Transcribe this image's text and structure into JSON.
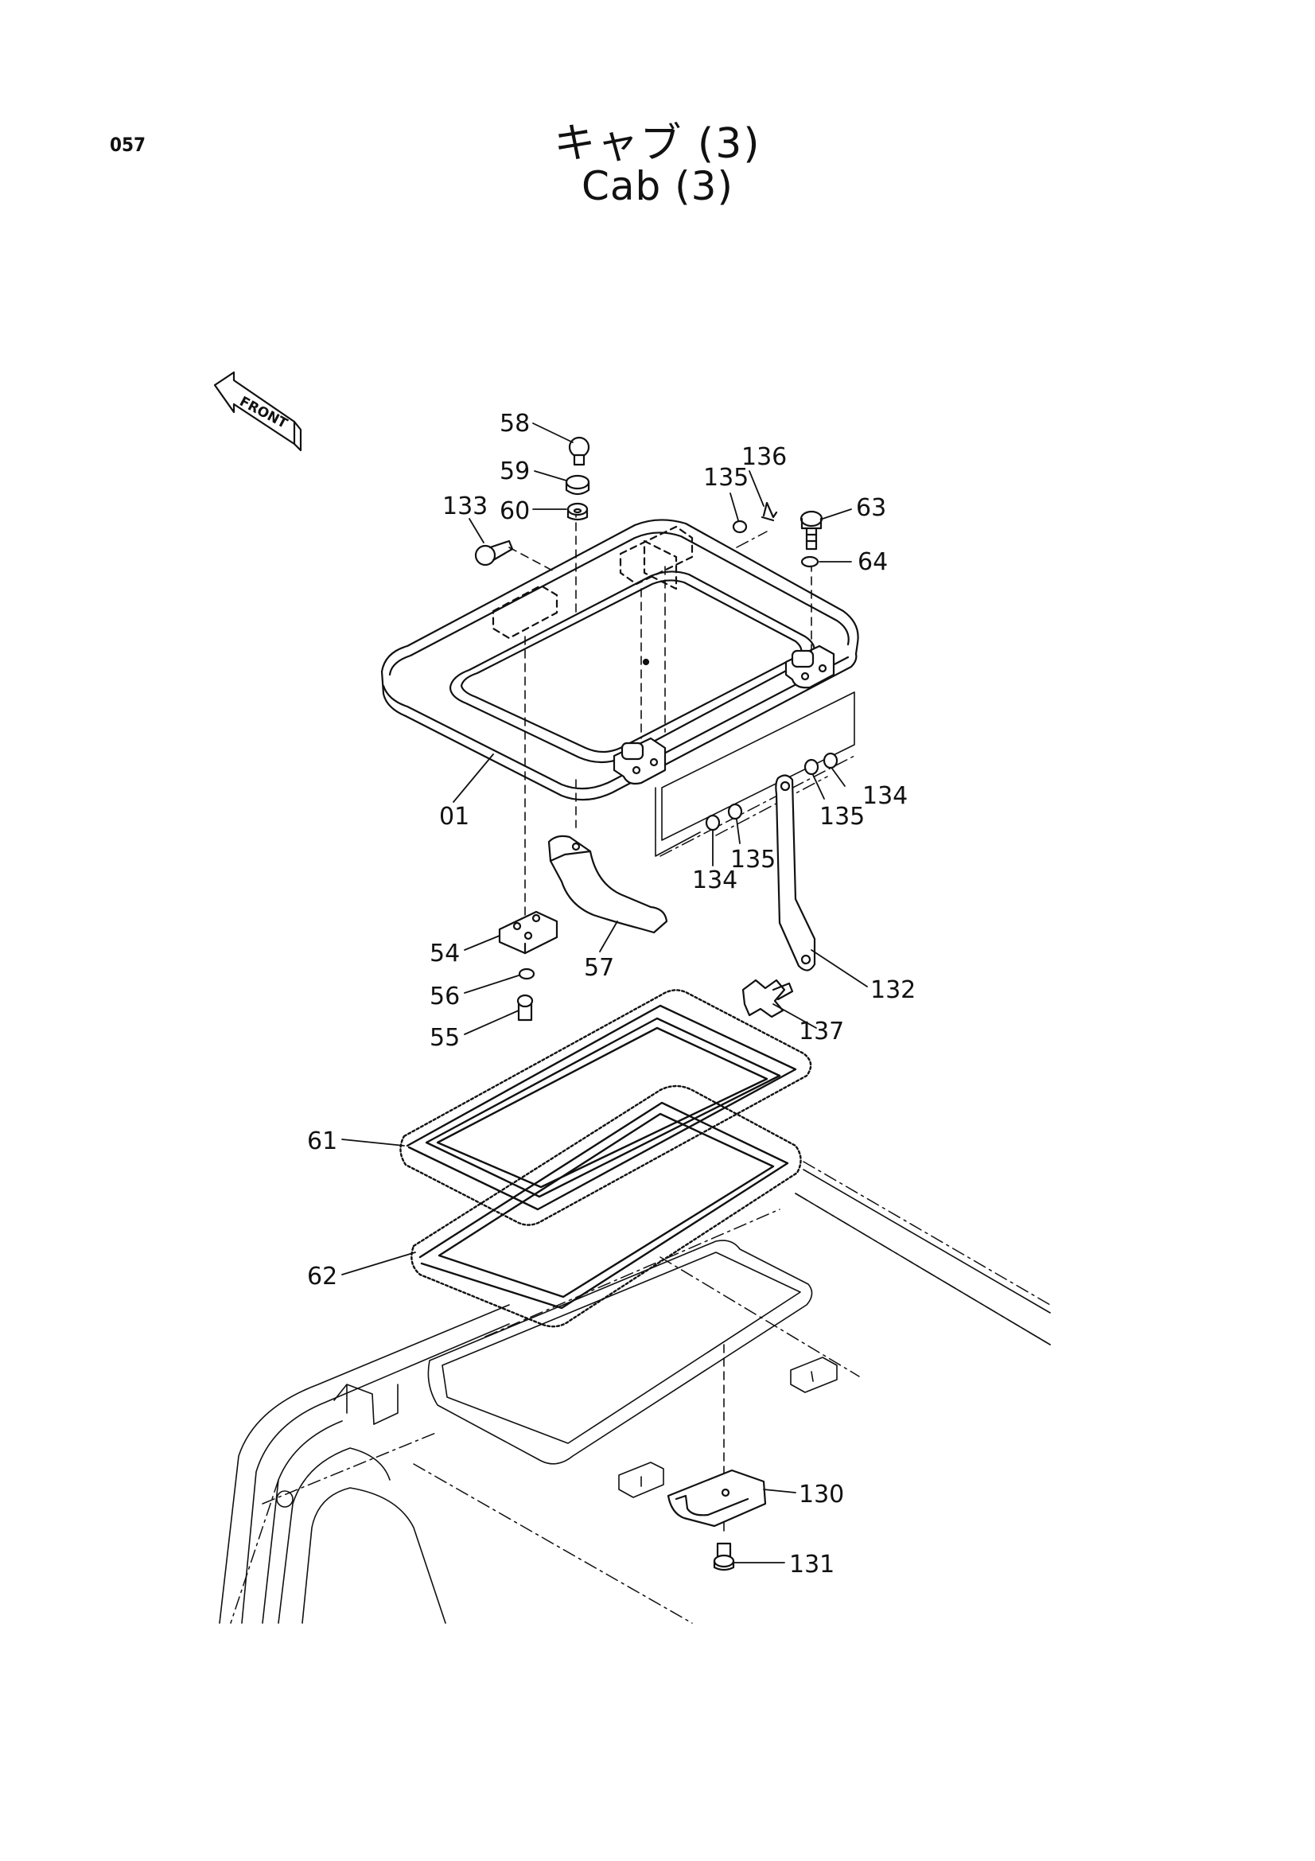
{
  "page_number": "057",
  "title_jp": "キャブ (3)",
  "title_en": "Cab (3)",
  "front_indicator": "FRONT",
  "callouts": {
    "c58": "58",
    "c59": "59",
    "c60": "60",
    "c133": "133",
    "c135a": "135",
    "c136": "136",
    "c63": "63",
    "c64": "64",
    "c01": "01",
    "c134a": "134",
    "c135b": "135",
    "c135c": "135",
    "c134b": "134",
    "c54": "54",
    "c56": "56",
    "c55": "55",
    "c57": "57",
    "c132": "132",
    "c137": "137",
    "c61": "61",
    "c62": "62",
    "c130": "130",
    "c131": "131"
  },
  "colors": {
    "ink": "#111111",
    "paper": "#ffffff"
  }
}
